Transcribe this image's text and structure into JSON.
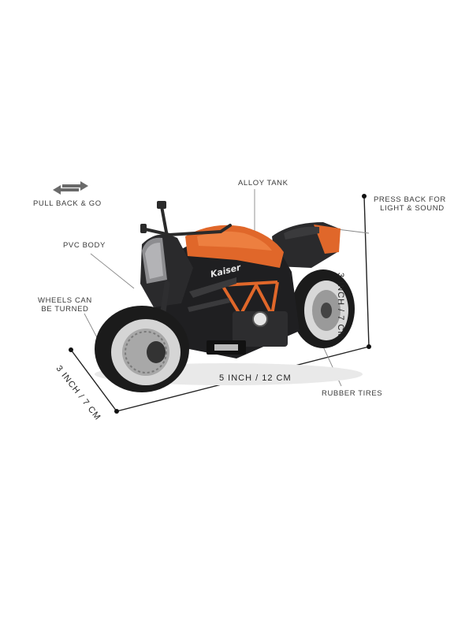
{
  "annotations": {
    "pull_back": "PULL BACK & GO",
    "alloy_tank": "ALLOY TANK",
    "press_back_line1": "PRESS BACK FOR",
    "press_back_line2": "LIGHT & SOUND",
    "pvc_body": "PVC BODY",
    "wheels_line1": "WHEELS CAN",
    "wheels_line2": "BE TURNED",
    "rubber_tires": "RUBBER TIRES"
  },
  "dimensions": {
    "length": "5 INCH / 12 CM",
    "height": "3 INCH / 7 CM",
    "depth": "3 INCH / 7 CM"
  },
  "product": {
    "brand_text": "Kaiser",
    "accent_color": "#e0672a",
    "body_color": "#1c1c1e"
  }
}
